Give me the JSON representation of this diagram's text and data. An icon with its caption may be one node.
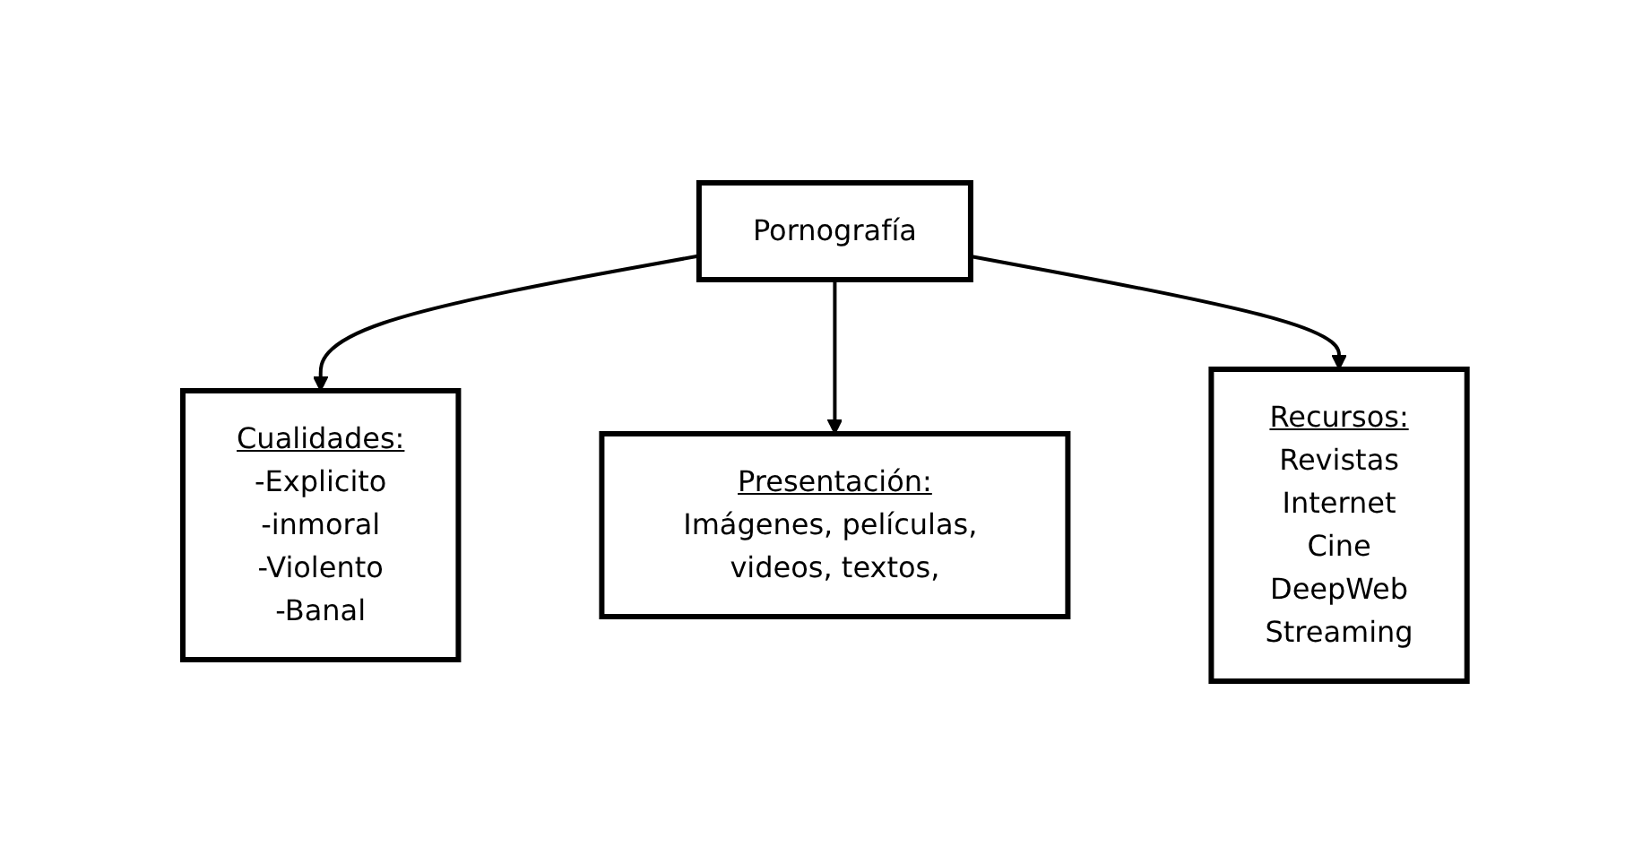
{
  "diagram": {
    "nodes": [
      {
        "text": [
          "Pornografía"
        ]
      },
      {
        "text": [
          "Cualidades:",
          "-Explicito",
          "-inmoral",
          "-Violento",
          "-Banal"
        ]
      },
      {
        "text": [
          "Presentación:",
          "Imágenes, películas, videos, textos,"
        ]
      },
      {
        "text": [
          "Recursos:",
          "Revistas",
          "Internet",
          "Cine",
          "DeepWeb",
          "Streaming"
        ]
      }
    ],
    "edges": [
      {
        "from": 0,
        "to": 1,
        "arrow": "to"
      },
      {
        "from": 0,
        "to": 2,
        "arrow": "to"
      },
      {
        "from": 0,
        "to": 3,
        "arrow": "to"
      }
    ]
  }
}
